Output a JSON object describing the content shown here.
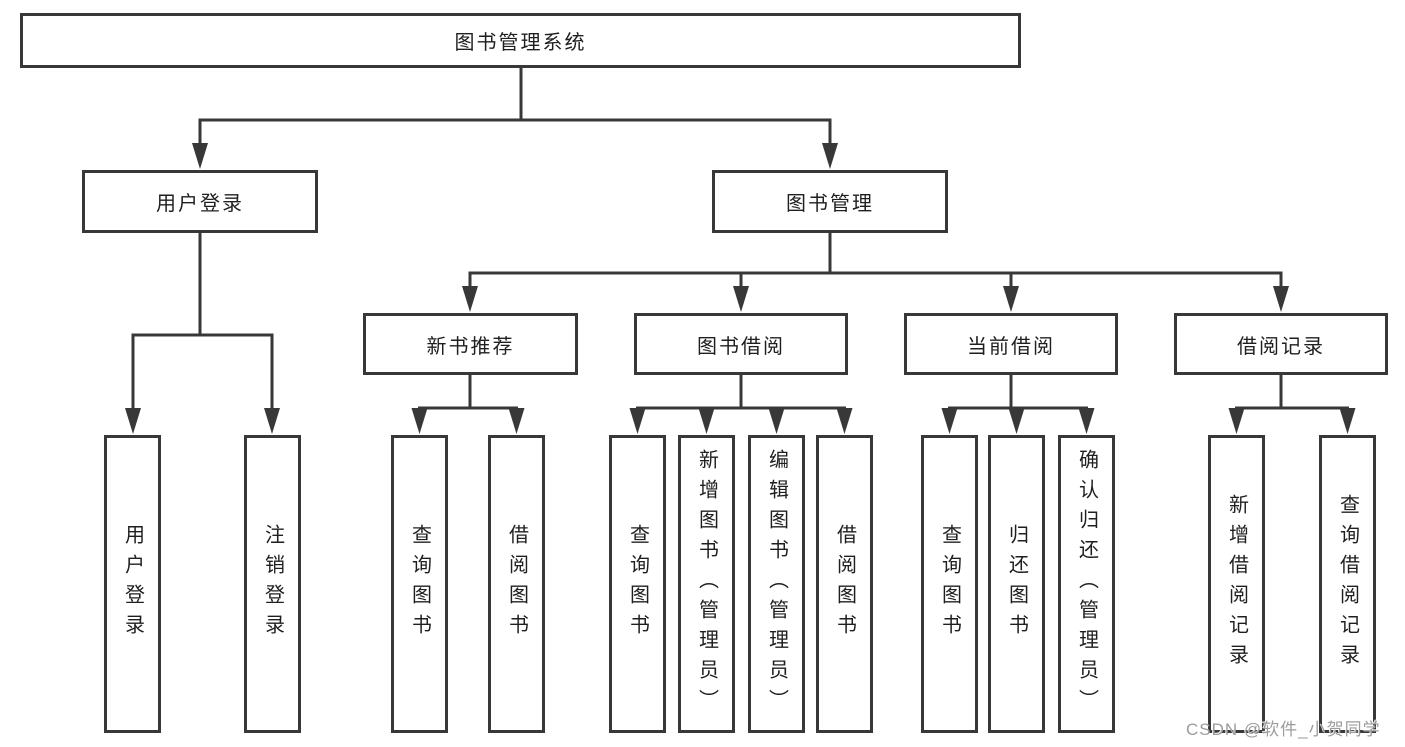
{
  "diagram": {
    "root": {
      "label": "图书管理系统"
    },
    "branches": [
      {
        "label": "用户登录",
        "children": [
          {
            "label": "用户登录"
          },
          {
            "label": "注销登录"
          }
        ]
      },
      {
        "label": "图书管理",
        "children": [
          {
            "label": "新书推荐",
            "children": [
              {
                "label": "查询图书"
              },
              {
                "label": "借阅图书"
              }
            ]
          },
          {
            "label": "图书借阅",
            "children": [
              {
                "label": "查询图书"
              },
              {
                "label": "新增图书（管理员）"
              },
              {
                "label": "编辑图书（管理员）"
              },
              {
                "label": "借阅图书"
              }
            ]
          },
          {
            "label": "当前借阅",
            "children": [
              {
                "label": "查询图书"
              },
              {
                "label": "归还图书"
              },
              {
                "label": "确认归还（管理员）"
              }
            ]
          },
          {
            "label": "借阅记录",
            "children": [
              {
                "label": "新增借阅记录"
              },
              {
                "label": "查询借阅记录"
              }
            ]
          }
        ]
      }
    ]
  },
  "watermark": {
    "text": "CSDN @软件_小贺同学"
  },
  "colors": {
    "line": "#383838",
    "box_border": "#383838",
    "text": "#1f1f1f",
    "background": "#ffffff",
    "watermark": "#9c9c9c"
  }
}
